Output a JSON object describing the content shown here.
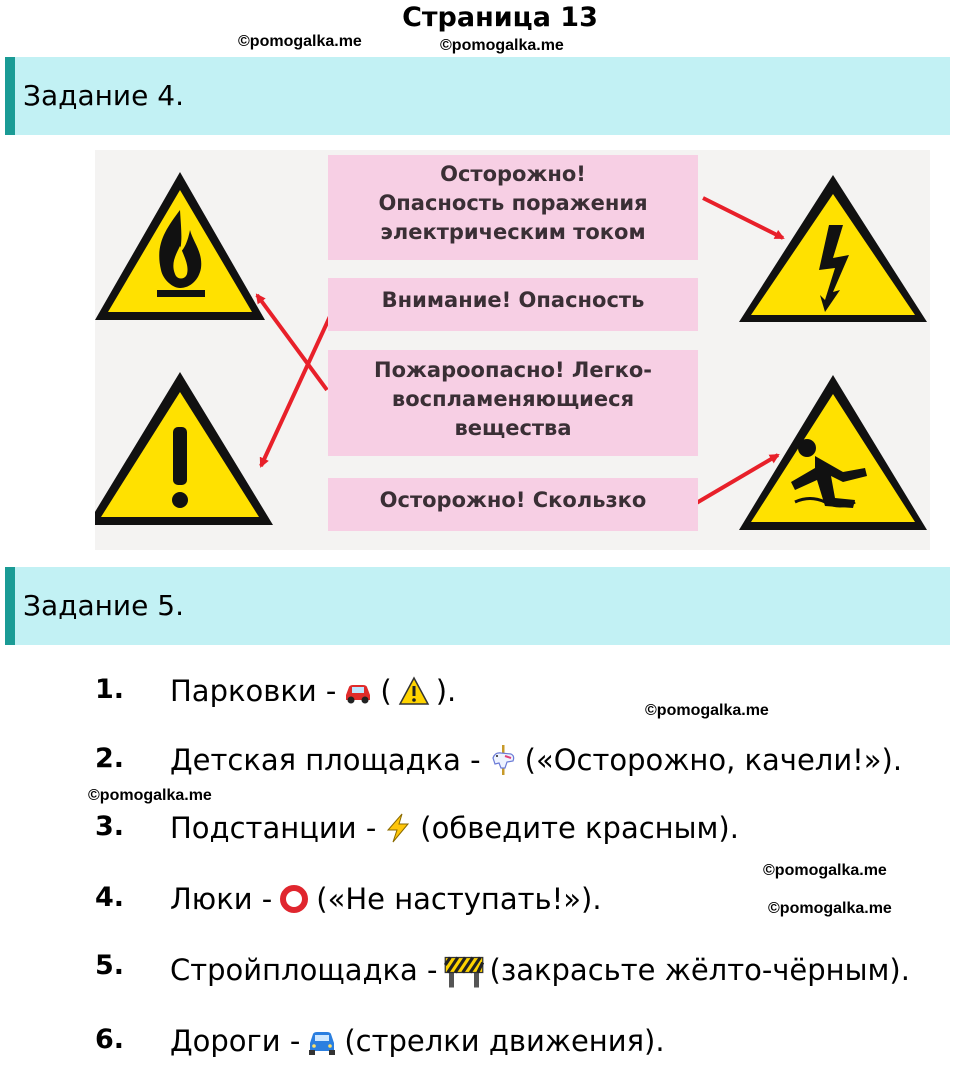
{
  "page_title": "Страница 13",
  "watermark": "©pomogalka.me",
  "task4": {
    "header": "Задание 4.",
    "labels": {
      "electric": [
        "Осторожно!",
        "Опасность поражения",
        "электрическим током"
      ],
      "attention": [
        "Внимание! Опасность"
      ],
      "fire": [
        "Пожароопасно! Легко-",
        "воспламеняющиеся",
        "вещества"
      ],
      "slippery": [
        "Осторожно! Скользко"
      ]
    },
    "sign_icons": [
      "flame-warning-icon",
      "exclamation-warning-icon",
      "high-voltage-warning-icon",
      "slippery-surface-warning-icon"
    ],
    "colors": {
      "sign_yellow": "#ffe100",
      "label_pink": "#f7cfe4",
      "arrow_red": "#e8202a"
    }
  },
  "task5": {
    "header": "Задание 5.",
    "items": [
      {
        "num": "1.",
        "text": "Парковки -",
        "icon": "car-icon",
        "rest_before": "(",
        "icon2": "warning-icon",
        "rest": ")."
      },
      {
        "num": "2.",
        "text": "Детская площадка -",
        "icon": "carousel-horse-icon",
        "rest": "(«Осторожно, качели!»)."
      },
      {
        "num": "3.",
        "text": "Подстанции -",
        "icon": "lightning-icon",
        "rest": "(обведите красным)."
      },
      {
        "num": "4.",
        "text": "Люки -",
        "icon": "red-ring-icon",
        "rest": "(«Не наступать!»)."
      },
      {
        "num": "5.",
        "text": "Стройплощадка -",
        "icon": "construction-barrier-icon",
        "rest": "(закрасьте жёлто-чёрным)."
      },
      {
        "num": "6.",
        "text": "Дороги -",
        "icon": "blue-car-icon",
        "rest": "(стрелки движения)."
      }
    ]
  },
  "colors": {
    "header_bg": "#c2f1f4",
    "header_accent": "#1a9b95"
  }
}
